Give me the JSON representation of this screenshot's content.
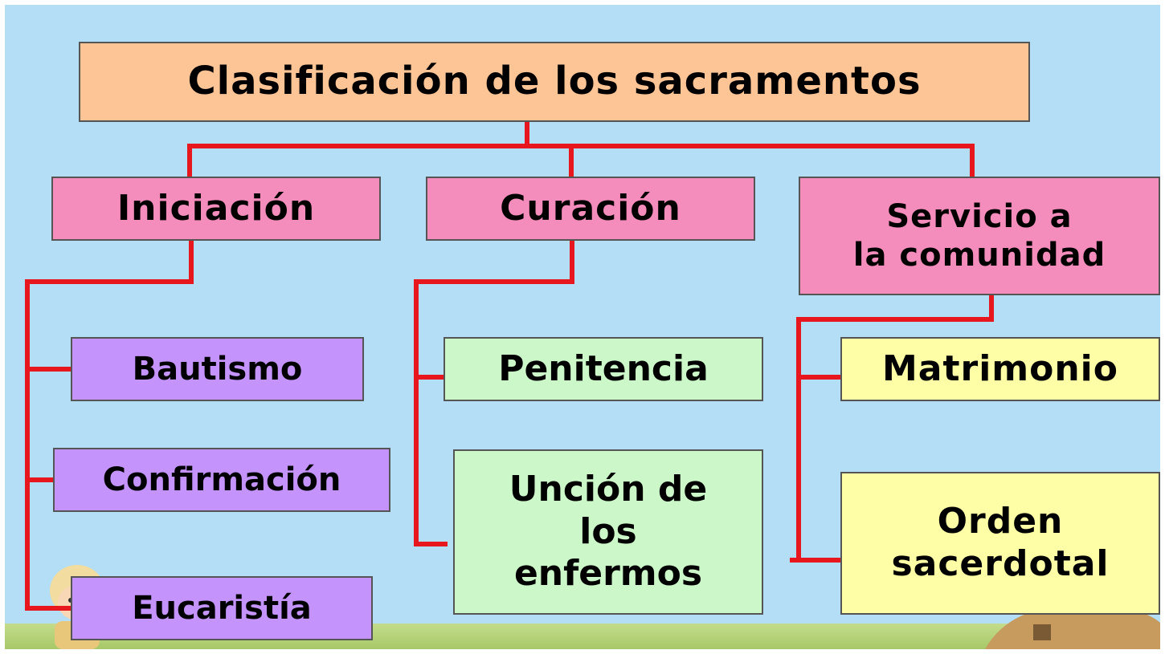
{
  "title": "Clasificación de los sacramentos",
  "categories": [
    {
      "label": "Iniciación",
      "color": "#f48cbc"
    },
    {
      "label": "Curación",
      "color": "#f48cbc"
    },
    {
      "label": "Servicio a\nla comunidad",
      "color": "#f48cbc"
    }
  ],
  "sacraments": {
    "iniciacion": [
      "Bautismo",
      "Confirmación",
      "Eucaristía"
    ],
    "curacion": [
      "Penitencia",
      "Unción de\nlos\nenfermos"
    ],
    "servicio": [
      "Matrimonio",
      "Orden\nsacerdotal"
    ]
  },
  "colors": {
    "connector": "#e8171e",
    "title_box": "#fdc596",
    "iniciacion_items": "#c493fb",
    "curacion_items": "#ccf7c8",
    "servicio_items": "#fefea6",
    "background": "#b3def6"
  }
}
